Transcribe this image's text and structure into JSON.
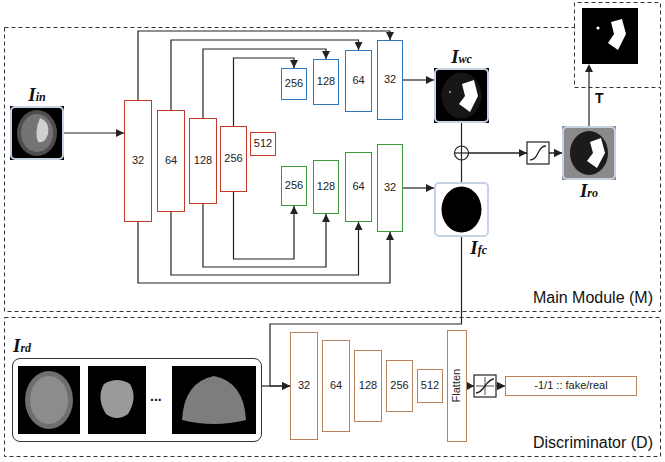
{
  "diagram": {
    "nodes": [
      {
        "text": [
          "Main Module (M)"
        ]
      },
      {
        "text": [
          "Iin"
        ],
        "in": 0
      },
      {
        "text": [
          "32"
        ],
        "in": 0
      },
      {
        "text": [
          "64"
        ],
        "in": 0
      },
      {
        "text": [
          "128"
        ],
        "in": 0
      },
      {
        "text": [
          "256"
        ],
        "in": 0
      },
      {
        "text": [
          "512"
        ],
        "in": 0
      },
      {
        "text": [
          "256"
        ],
        "in": 0
      },
      {
        "text": [
          "128"
        ],
        "in": 0
      },
      {
        "text": [
          "64"
        ],
        "in": 0
      },
      {
        "text": [
          "32"
        ],
        "in": 0
      },
      {
        "text": [
          "256"
        ],
        "in": 0
      },
      {
        "text": [
          "128"
        ],
        "in": 0
      },
      {
        "text": [
          "64"
        ],
        "in": 0
      },
      {
        "text": [
          "32"
        ],
        "in": 0
      },
      {
        "text": [
          "Iwc"
        ],
        "in": 0
      },
      {
        "text": [
          "Ifc"
        ],
        "in": 0
      },
      {
        "text": [
          "Iro"
        ],
        "in": 0
      },
      {
        "text": [
          "Discriminator (D)"
        ]
      },
      {
        "text": [
          "Ird"
        ],
        "in": 18
      },
      {
        "text": [
          "32"
        ],
        "in": 18
      },
      {
        "text": [
          "64"
        ],
        "in": 18
      },
      {
        "text": [
          "128"
        ],
        "in": 18
      },
      {
        "text": [
          "256"
        ],
        "in": 18
      },
      {
        "text": [
          "512"
        ],
        "in": 18
      },
      {
        "text": [
          "Flatten"
        ],
        "in": 18
      },
      {
        "text": [
          "-1/1 :: fake/real"
        ],
        "in": 18
      }
    ],
    "edges": [
      {
        "from": 1,
        "to": 2,
        "arrow": "to"
      },
      {
        "from": 2,
        "to": 10,
        "arrow": "to"
      },
      {
        "from": 3,
        "to": 9,
        "arrow": "to"
      },
      {
        "from": 4,
        "to": 8,
        "arrow": "to"
      },
      {
        "from": 5,
        "to": 7,
        "arrow": "to"
      },
      {
        "from": 2,
        "to": 14,
        "arrow": "to"
      },
      {
        "from": 3,
        "to": 13,
        "arrow": "to"
      },
      {
        "from": 4,
        "to": 12,
        "arrow": "to"
      },
      {
        "from": 5,
        "to": 11,
        "arrow": "to"
      },
      {
        "from": 10,
        "to": 15,
        "arrow": "to"
      },
      {
        "from": 14,
        "to": 16,
        "arrow": "to"
      },
      {
        "from": 15,
        "to": 17,
        "arrow": "to"
      },
      {
        "from": 16,
        "to": 17,
        "arrow": "to"
      },
      {
        "from": 16,
        "to": 20,
        "arrow": "to"
      },
      {
        "from": 19,
        "to": 20,
        "arrow": "to"
      },
      {
        "from": 25,
        "to": 26,
        "arrow": "to"
      }
    ],
    "labels": [
      "T",
      "..."
    ]
  }
}
